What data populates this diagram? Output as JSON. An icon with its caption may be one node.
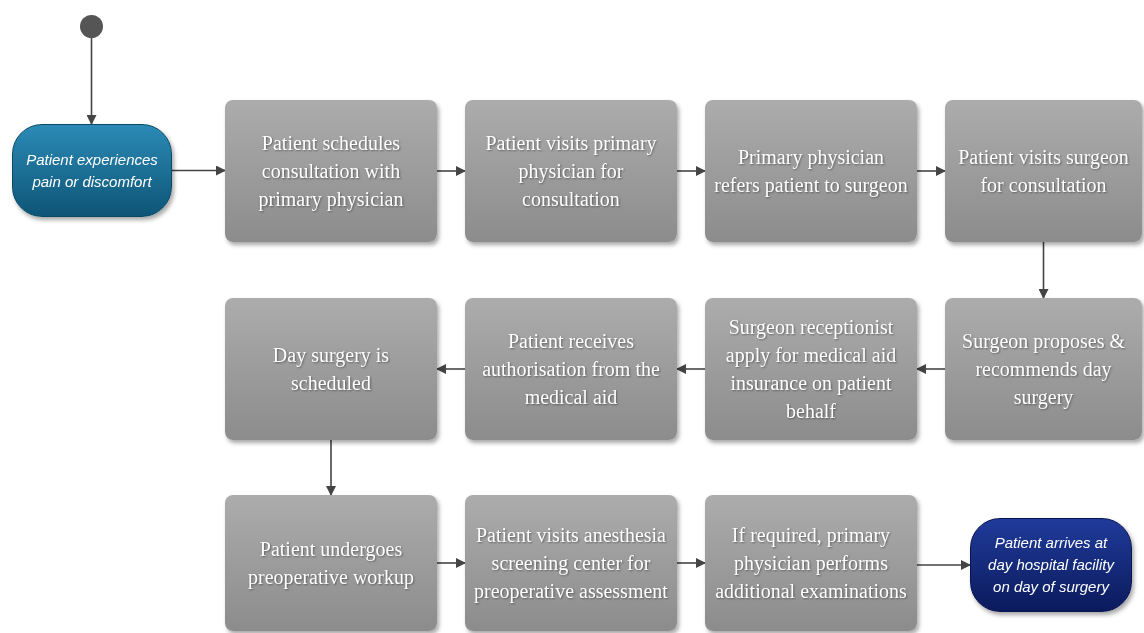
{
  "diagram": {
    "nodes": [
      {
        "text": [],
        "shape": "circle"
      },
      {
        "text": [
          "Patient experiences pain or discomfort"
        ]
      },
      {
        "text": [
          "Patient schedules consultation with primary physician"
        ]
      },
      {
        "text": [
          "Patient visits primary physician for consultation"
        ]
      },
      {
        "text": [
          "Primary physician refers patient to surgeon"
        ]
      },
      {
        "text": [
          "Patient visits surgeon for consultation"
        ]
      },
      {
        "text": [
          "Surgeon proposes & recommends day surgery"
        ]
      },
      {
        "text": [
          "Surgeon receptionist apply for medical aid insurance on patient behalf"
        ]
      },
      {
        "text": [
          "Patient receives authorisation from the medical aid"
        ]
      },
      {
        "text": [
          "Day surgery is scheduled"
        ]
      },
      {
        "text": [
          "Patient undergoes preoperative workup"
        ]
      },
      {
        "text": [
          "Patient visits anesthesia screening center for preoperative assessment"
        ]
      },
      {
        "text": [
          "If required, primary physician performs additional examinations"
        ]
      },
      {
        "text": [
          "Patient arrives at day hospital facility on day of surgery"
        ]
      }
    ],
    "edges": [
      {
        "from": 0,
        "to": 1,
        "arrow": "to"
      },
      {
        "from": 1,
        "to": 2,
        "arrow": "to"
      },
      {
        "from": 2,
        "to": 3,
        "arrow": "to"
      },
      {
        "from": 3,
        "to": 4,
        "arrow": "to"
      },
      {
        "from": 4,
        "to": 5,
        "arrow": "to"
      },
      {
        "from": 5,
        "to": 6,
        "arrow": "to"
      },
      {
        "from": 6,
        "to": 7,
        "arrow": "to"
      },
      {
        "from": 7,
        "to": 8,
        "arrow": "to"
      },
      {
        "from": 8,
        "to": 9,
        "arrow": "to"
      },
      {
        "from": 9,
        "to": 10,
        "arrow": "to"
      },
      {
        "from": 10,
        "to": 11,
        "arrow": "to"
      },
      {
        "from": 11,
        "to": 12,
        "arrow": "to"
      },
      {
        "from": 12,
        "to": 13,
        "arrow": "to"
      }
    ]
  }
}
